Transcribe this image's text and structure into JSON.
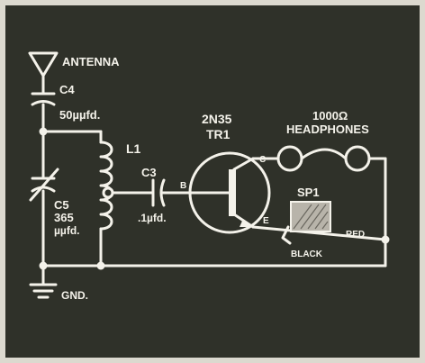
{
  "labels": {
    "antenna": "ANTENNA",
    "c4": "C4",
    "c4_value": "50µµfd.",
    "l1": "L1",
    "c5": "C5",
    "c5_value1": "365",
    "c5_value2": "µµfd.",
    "c3": "C3",
    "c3_value": ".1µfd.",
    "transistor_model": "2N35",
    "transistor_ref": "TR1",
    "base": "B",
    "collector": "C",
    "emitter": "E",
    "headphones_value": "1000Ω",
    "headphones": "HEADPHONES",
    "switch": "SP1",
    "black_lead": "BLACK",
    "red_lead": "RED",
    "ground": "GND."
  },
  "colors": {
    "board": "#2f3129",
    "wire": "#f4f2ea",
    "paper": "#dcd9cf"
  }
}
